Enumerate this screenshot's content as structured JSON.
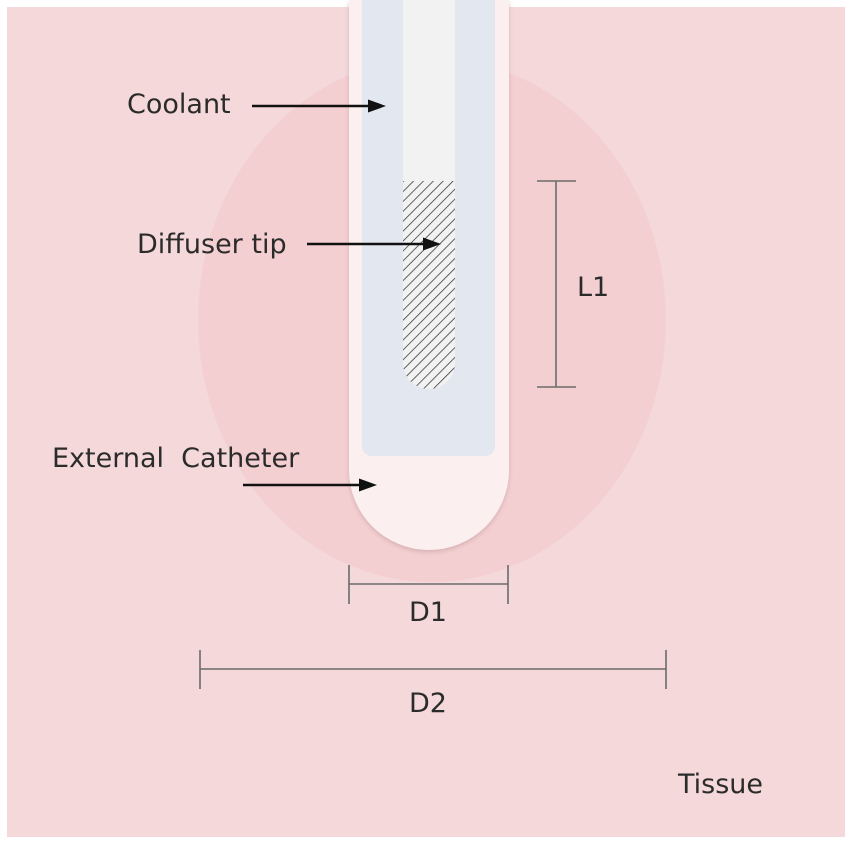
{
  "labels": {
    "coolant": "Coolant",
    "diffuser_tip": "Diffuser tip",
    "external_catheter": "External  Catheter",
    "l1": "L1",
    "d1": "D1",
    "d2": "D2",
    "tissue": "Tissue"
  },
  "colors": {
    "tissue": "#f5d9da",
    "ablation_zone": "#f4cfd1",
    "catheter": "#fbefef",
    "coolant": "#e2e7f0",
    "inner_tube": "#f3f2f2",
    "hatch": "#3c3c3c",
    "dimension_line": "#6b6b6b",
    "arrow": "#111111"
  }
}
